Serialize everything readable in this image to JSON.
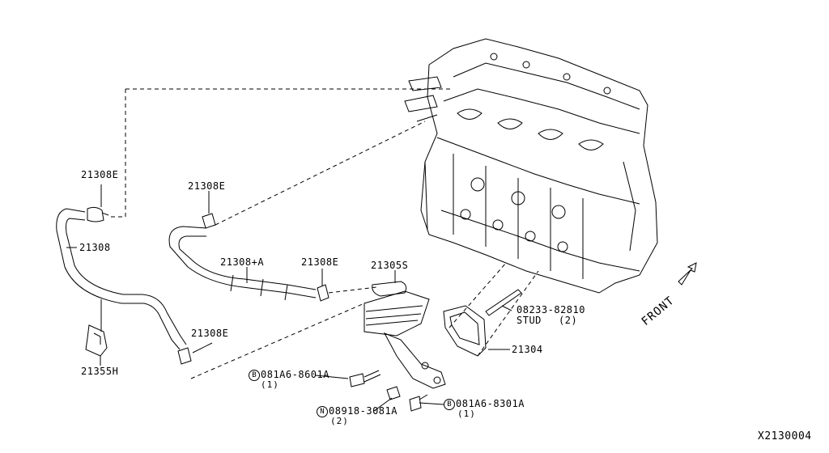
{
  "labels": {
    "p21308e_top": "21308E",
    "p21308": "21308",
    "p21355h": "21355H",
    "p21308e_mid": "21308E",
    "p21308a": "21308+A",
    "p21308e_right": "21308E",
    "p21305s": "21305S",
    "p21308e_low": "21308E",
    "p21304": "21304",
    "stud_pn": "08233-82810",
    "stud_text": "STUD",
    "stud_qty": "(2)",
    "bolt1_prefix": "B",
    "bolt1_pn": "081A6-8601A",
    "bolt1_qty": "(1)",
    "nut_prefix": "N",
    "nut_pn": "08918-3081A",
    "nut_qty": "(2)",
    "bolt2_prefix": "B",
    "bolt2_pn": "081A6-8301A",
    "bolt2_qty": "(1)",
    "front": "FRONT",
    "diagram_id": "X2130004"
  }
}
